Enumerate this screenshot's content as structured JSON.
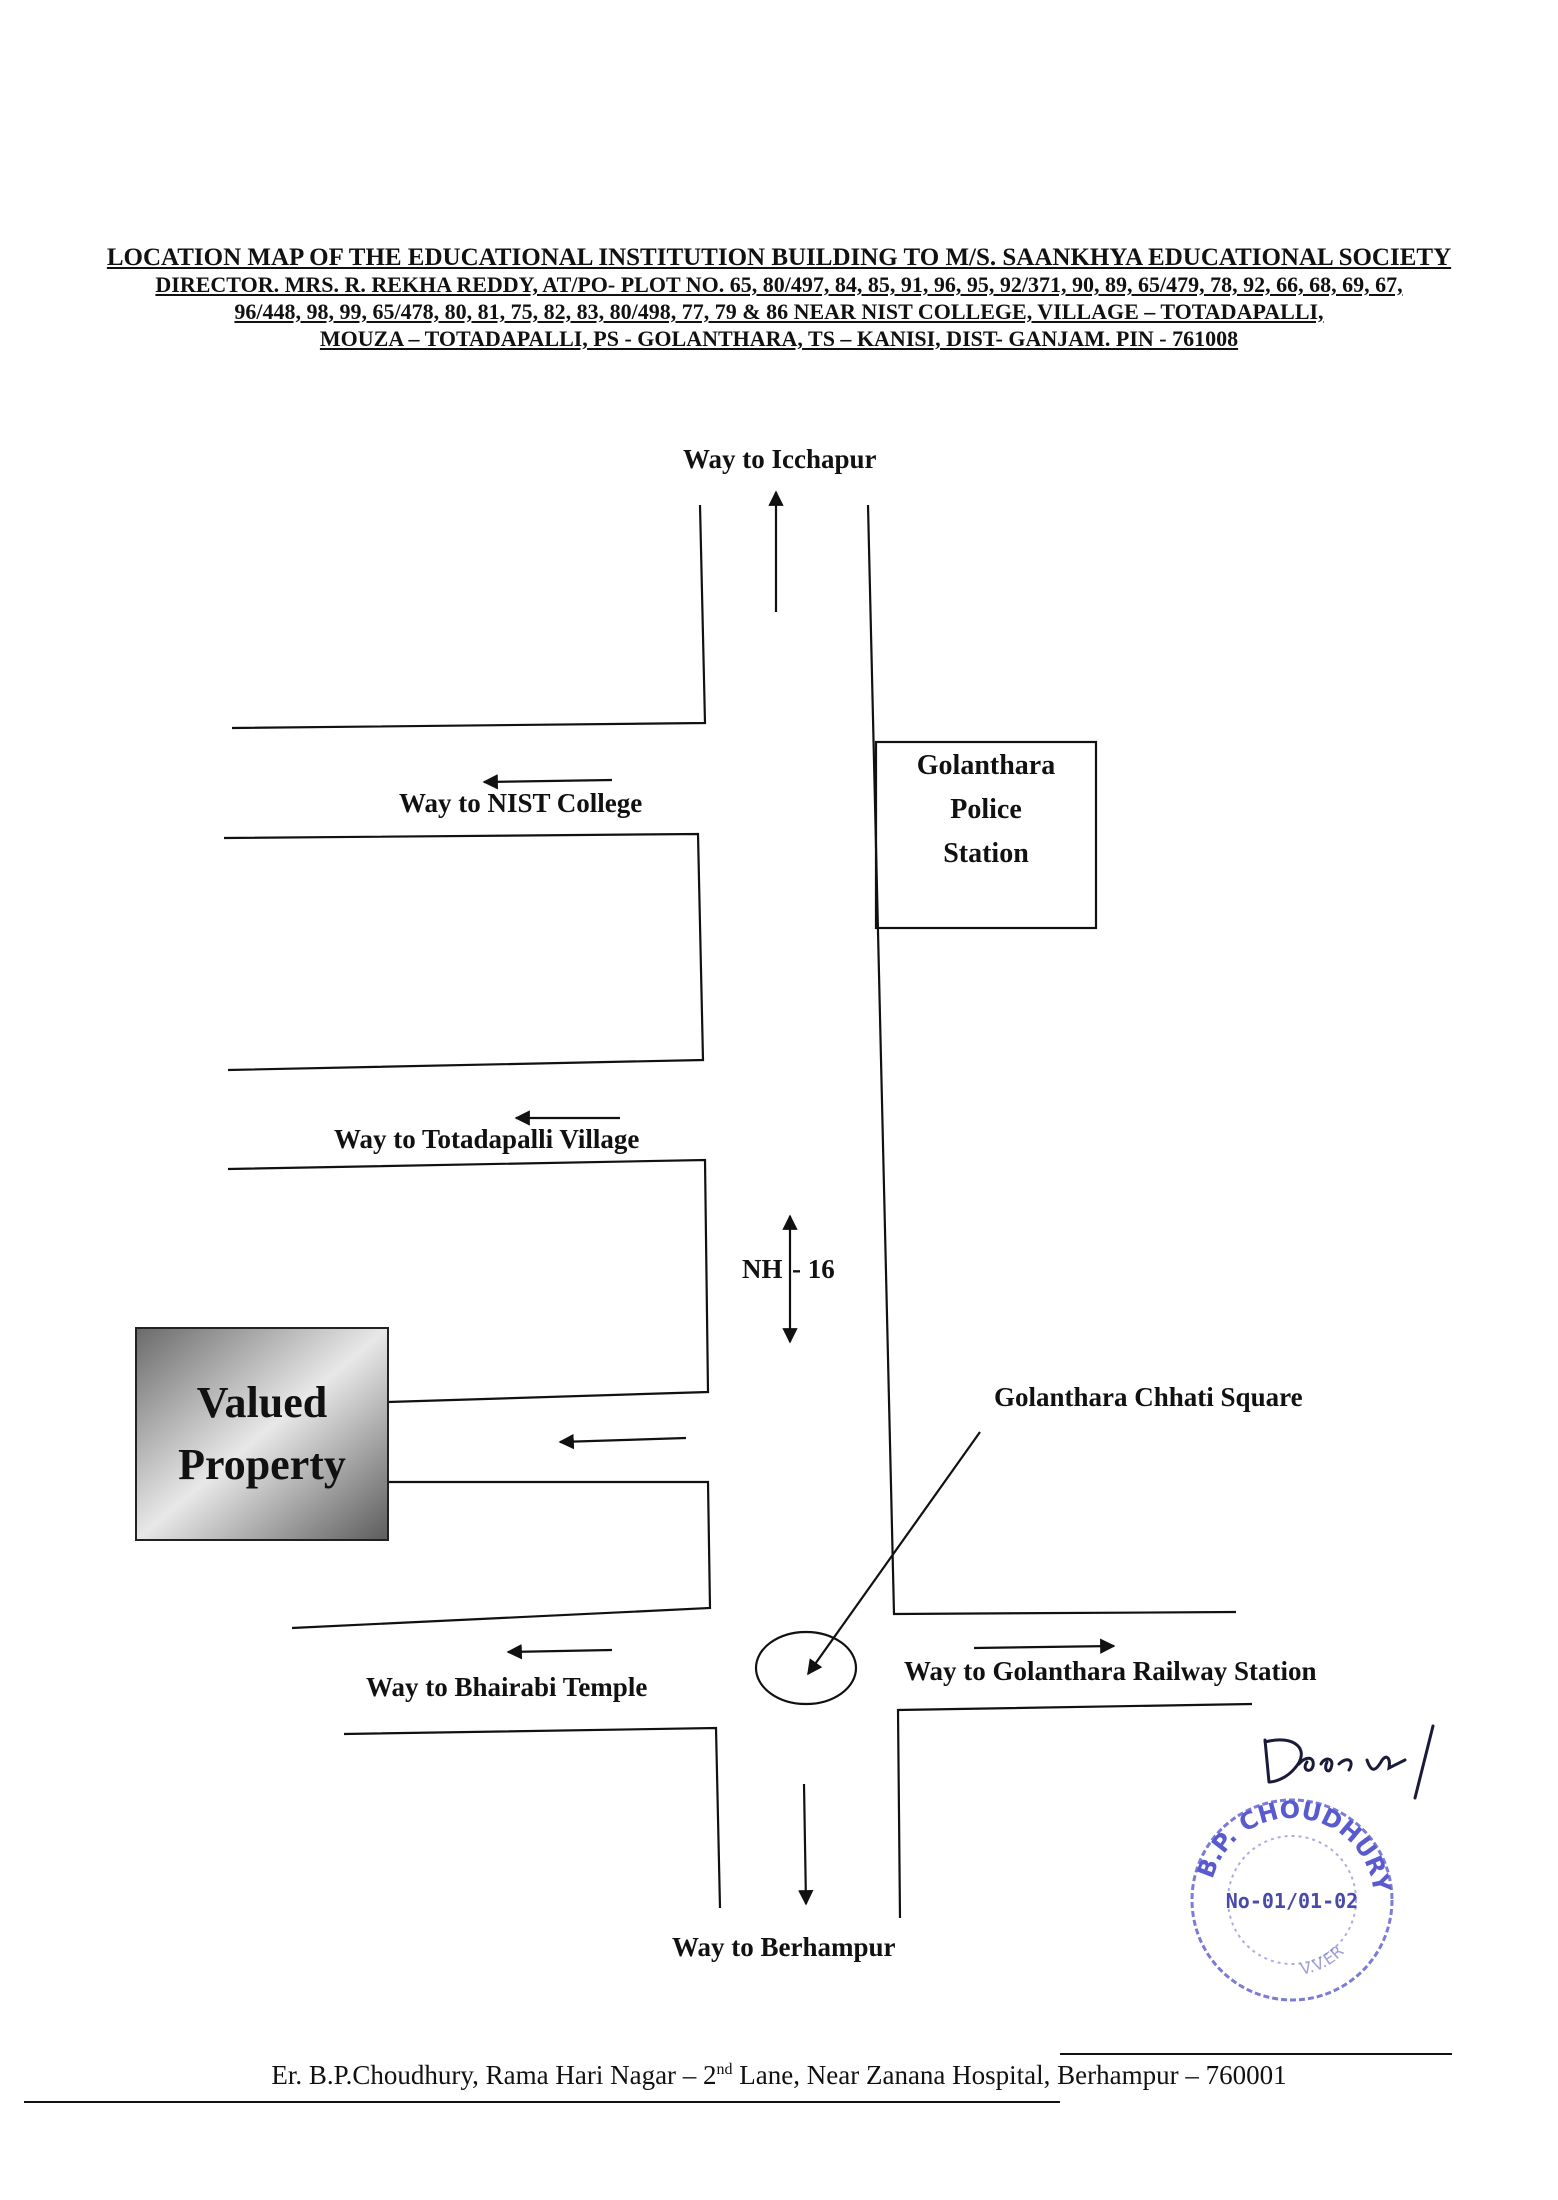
{
  "title": {
    "line1": "LOCATION MAP OF THE EDUCATIONAL INSTITUTION BUILDING TO M/S. SAANKHYA EDUCATIONAL SOCIETY",
    "line2": "DIRECTOR. MRS. R. REKHA REDDY, AT/PO- PLOT NO. 65, 80/497, 84, 85, 91, 96, 95, 92/371, 90, 89, 65/479, 78, 92, 66, 68, 69, 67,",
    "line3": "96/448, 98, 99, 65/478, 80, 81, 75, 82, 83, 80/498, 77, 79 & 86 NEAR NIST COLLEGE, VILLAGE – TOTADAPALLI,",
    "line4": "MOUZA – TOTADAPALLI, PS - GOLANTHARA, TS – KANISI, DIST- GANJAM. PIN - 761008"
  },
  "labels": {
    "icchapur": "Way to Icchapur",
    "nist": "Way to NIST College",
    "police_line1": "Golanthara",
    "police_line2": "Police",
    "police_line3": "Station",
    "totadapalli": "Way to Totadapalli Village",
    "nh": "NH",
    "nh_num": "- 16",
    "valued_line1": "Valued",
    "valued_line2": "Property",
    "chhati": "Golanthara Chhati Square",
    "bhairabi": "Way to Bhairabi Temple",
    "railway": "Way to Golanthara Railway Station",
    "berhampur": "Way to Berhampur"
  },
  "stamp": {
    "name": "B.P. CHOUDHURY",
    "number": "No-01/01-02",
    "bottom": "V.V.ER"
  },
  "footer": {
    "pre": "Er. B.P.Choudhury, Rama Hari Nagar – 2",
    "sup": "nd",
    "post": " Lane, Near Zanana Hospital, Berhampur – 760001"
  },
  "colors": {
    "ink": "#111111",
    "stamp": "#5a5ad0"
  }
}
